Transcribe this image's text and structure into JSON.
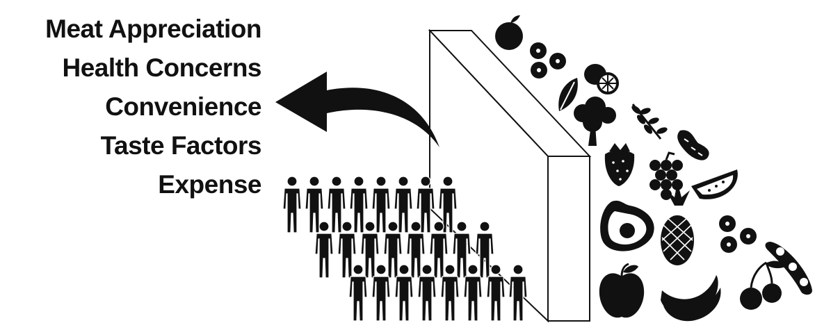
{
  "barriers": [
    "Meat Appreciation",
    "Health Concerns",
    "Convenience",
    "Taste Factors",
    "Expense"
  ],
  "colors": {
    "ink": "#111111",
    "background": "#ffffff"
  },
  "illustration": {
    "arrow": "curved-arrow-left-icon",
    "wall": "wall-barrier-icon",
    "people": "person-icon",
    "foods": [
      "peach-icon",
      "blueberries-icon",
      "lemon-icon",
      "leaf-icon",
      "broccoli-icon",
      "herb-sprig-icon",
      "peanut-icon",
      "strawberry-icon",
      "grapes-icon",
      "watermelon-icon",
      "avocado-icon",
      "pineapple-icon",
      "blueberries-icon",
      "apple-icon",
      "banana-icon",
      "cherries-icon",
      "edamame-icon"
    ]
  }
}
